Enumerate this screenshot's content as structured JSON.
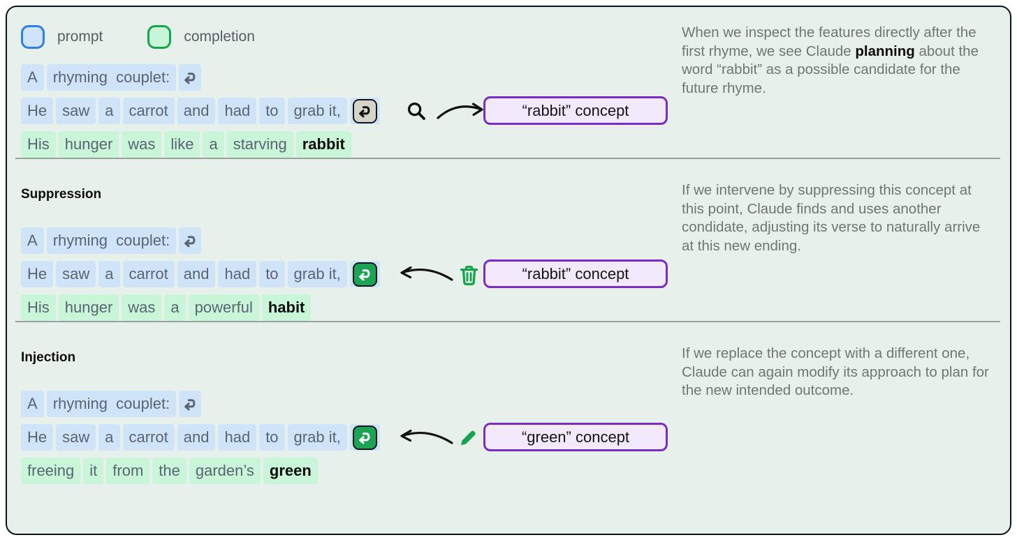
{
  "colors": {
    "frame_bg": "#e8f0eb",
    "prompt_chip": "#cfe4f9",
    "completion_chip": "#c9f5d9",
    "prompt_swatch_border": "#2e7fe8",
    "completion_swatch_border": "#17a44c",
    "token_text": "#5a6472",
    "concept_border": "#7a2dc4",
    "concept_bg": "#f3e9fc",
    "tool_green": "#18a34d",
    "newline_gray": "#d6d3c9",
    "newline_green": "#1ca353",
    "divider": "#98a29d",
    "paragraph_text": "#6d7873"
  },
  "legend": [
    {
      "swatch": "prompt",
      "label": "prompt"
    },
    {
      "swatch": "completion",
      "label": "completion"
    }
  ],
  "sections": [
    {
      "id": "inspect",
      "heading": "",
      "show_legend": true,
      "rows": [
        {
          "kind": "prompt",
          "tokens": [
            {
              "t": "A"
            },
            {
              "t": "rhyming  couplet:"
            },
            {
              "nl": "plain"
            }
          ]
        },
        {
          "kind": "prompt",
          "tokens": [
            {
              "t": "He"
            },
            {
              "t": "saw"
            },
            {
              "t": "a"
            },
            {
              "t": "carrot"
            },
            {
              "t": "and"
            },
            {
              "t": "had"
            },
            {
              "t": "to"
            },
            {
              "t": "grab it,"
            },
            {
              "nl": "boxed",
              "nl_style": "gray"
            }
          ],
          "decoration": {
            "icon": "magnifier-icon",
            "arrow": "right",
            "concept": "“rabbit” concept"
          }
        },
        {
          "kind": "completion",
          "tokens": [
            {
              "t": "His"
            },
            {
              "t": "hunger"
            },
            {
              "t": "was"
            },
            {
              "t": "like"
            },
            {
              "t": "a"
            },
            {
              "t": "starving"
            },
            {
              "t": "rabbit",
              "bold": true
            }
          ]
        }
      ],
      "paragraph": [
        {
          "t": "When we inspect the features directly after the first rhyme, we see Claude "
        },
        {
          "t": "planning",
          "bold": true
        },
        {
          "t": " about the word “rabbit” as a possible candidate for the future rhyme."
        }
      ]
    },
    {
      "id": "suppression",
      "heading": "Suppression",
      "show_legend": false,
      "rows": [
        {
          "kind": "prompt",
          "tokens": [
            {
              "t": "A"
            },
            {
              "t": "rhyming  couplet:"
            },
            {
              "nl": "plain"
            }
          ]
        },
        {
          "kind": "prompt",
          "tokens": [
            {
              "t": "He"
            },
            {
              "t": "saw"
            },
            {
              "t": "a"
            },
            {
              "t": "carrot"
            },
            {
              "t": "and"
            },
            {
              "t": "had"
            },
            {
              "t": "to"
            },
            {
              "t": "grab it,"
            },
            {
              "nl": "boxed",
              "nl_style": "green"
            }
          ],
          "decoration": {
            "icon": "trash-icon",
            "arrow": "left",
            "concept": "“rabbit” concept"
          }
        },
        {
          "kind": "completion",
          "tokens": [
            {
              "t": "His"
            },
            {
              "t": "hunger"
            },
            {
              "t": "was"
            },
            {
              "t": "a"
            },
            {
              "t": "powerful"
            },
            {
              "t": "habit",
              "bold": true
            }
          ]
        }
      ],
      "paragraph": [
        {
          "t": "If we intervene by suppressing this concept at this point, Claude finds and uses another condidate, adjusting its verse to naturally arrive at this new ending."
        }
      ]
    },
    {
      "id": "injection",
      "heading": "Injection",
      "show_legend": false,
      "rows": [
        {
          "kind": "prompt",
          "tokens": [
            {
              "t": "A"
            },
            {
              "t": "rhyming  couplet:"
            },
            {
              "nl": "plain"
            }
          ]
        },
        {
          "kind": "prompt",
          "tokens": [
            {
              "t": "He"
            },
            {
              "t": "saw"
            },
            {
              "t": "a"
            },
            {
              "t": "carrot"
            },
            {
              "t": "and"
            },
            {
              "t": "had"
            },
            {
              "t": "to"
            },
            {
              "t": "grab it,"
            },
            {
              "nl": "boxed",
              "nl_style": "green"
            }
          ],
          "decoration": {
            "icon": "pencil-icon",
            "arrow": "left",
            "concept": "“green” concept"
          }
        },
        {
          "kind": "completion",
          "tokens": [
            {
              "t": "freeing"
            },
            {
              "t": "it"
            },
            {
              "t": "from"
            },
            {
              "t": "the"
            },
            {
              "t": "garden’s"
            },
            {
              "t": "green",
              "bold": true
            }
          ]
        }
      ],
      "paragraph": [
        {
          "t": "If we replace the concept with a different one, Claude can again modify its approach to plan for the new intended outcome."
        }
      ]
    }
  ]
}
